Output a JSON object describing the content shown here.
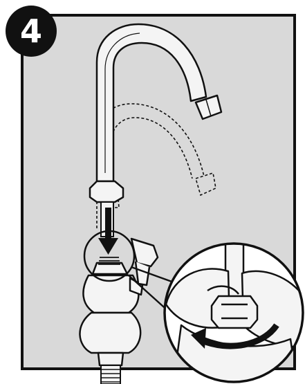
{
  "step": {
    "number": "4"
  },
  "colors": {
    "panel_background": "#d9d9d9",
    "outline": "#111111",
    "metal_fill": "#f4f4f4",
    "arrow": "#111111",
    "badge": "#111111"
  },
  "icons": {
    "motion_arrow": "down-arrow",
    "rotation_arrow": "curved-left-arrow"
  }
}
